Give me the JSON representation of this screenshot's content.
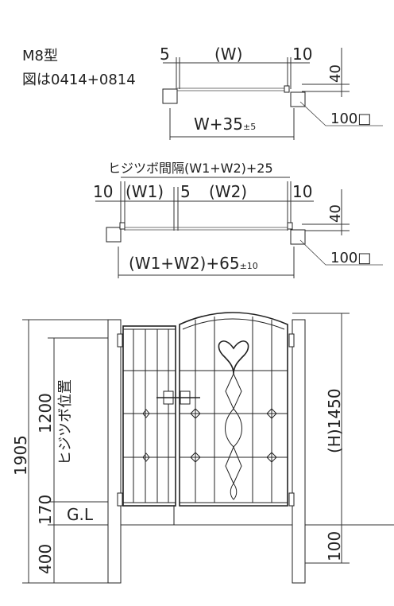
{
  "header": {
    "model": "M8型",
    "figure_note": "図は0414+0814"
  },
  "top_view_single": {
    "dim_left": "5",
    "dim_width": "(W)",
    "dim_right": "10",
    "dim_depth": "40",
    "overall_main": "W+35",
    "overall_tol": "±5",
    "post_size": "100□"
  },
  "top_view_double": {
    "hinge_spacing": "ヒジツボ間隔(W1+W2)+25",
    "dim_left": "10",
    "dim_w1": "(W1)",
    "dim_center": "5",
    "dim_w2": "(W2)",
    "dim_right": "10",
    "dim_depth": "40",
    "overall_main": "(W1+W2)+65",
    "overall_tol": "±10",
    "post_size": "100□"
  },
  "elevation": {
    "total_height": "1905",
    "hinge_height": "1200",
    "hinge_label": "ヒジツボ位置",
    "ground_gap": "170",
    "embed_depth": "400",
    "ground_label": "G.L",
    "gate_height": "(H)1450",
    "bottom_clearance": "100"
  }
}
